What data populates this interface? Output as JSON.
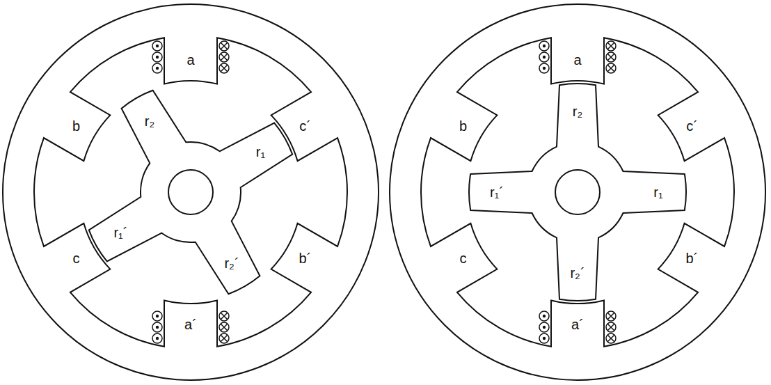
{
  "diagram": {
    "labels": [
      "a",
      "b",
      "r₂",
      "c´",
      "r₁",
      "c",
      "r₁´",
      "r₂´",
      "b´",
      "a´",
      "a",
      "b",
      "r₂",
      "c´",
      "r₁´",
      "r₁",
      "c",
      "b´",
      "r₂´",
      "a´"
    ]
  }
}
